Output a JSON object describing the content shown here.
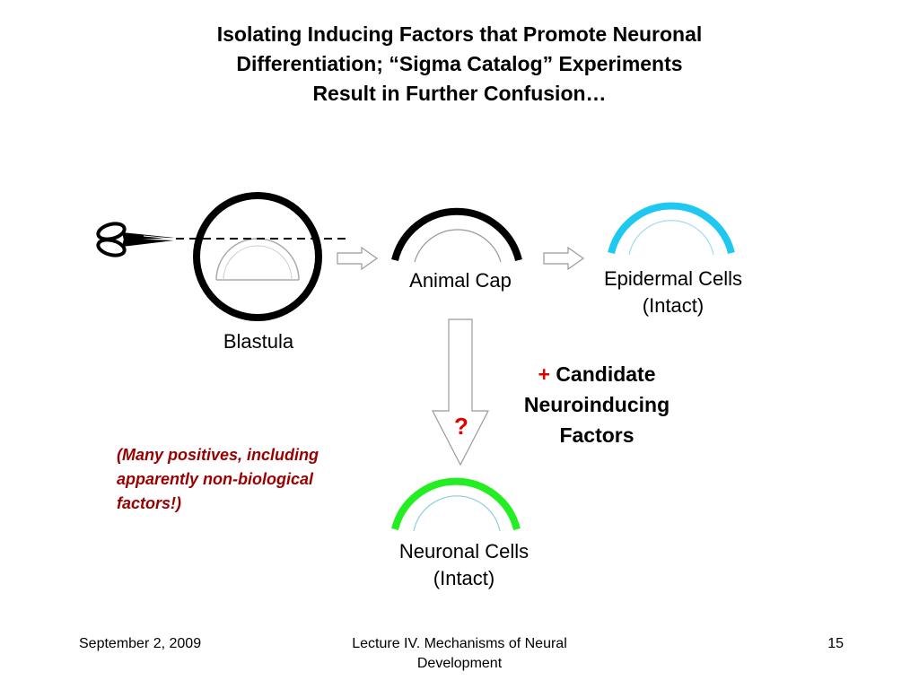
{
  "title": {
    "line1": "Isolating Inducing Factors that Promote Neuronal",
    "line2": "Differentiation; “Sigma Catalog” Experiments",
    "line3": "Result in Further Confusion…"
  },
  "diagram": {
    "blastula_label": "Blastula",
    "animal_cap_label": "Animal Cap",
    "epidermal_label_1": "Epidermal Cells",
    "epidermal_label_2": "(Intact)",
    "neuronal_label_1": "Neuronal Cells",
    "neuronal_label_2": "(Intact)",
    "question_mark": "?",
    "factors_plus": "+",
    "factors_line1": "Candidate",
    "factors_line2": "Neuroinducing",
    "factors_line3": "Factors",
    "colors": {
      "epidermal": "#1ec8f0",
      "neuronal": "#22ee22",
      "highlight_red": "#e00000",
      "note_red": "#990000"
    }
  },
  "note": {
    "line1": "(Many positives, including",
    "line2": "apparently non-biological",
    "line3": "factors!)"
  },
  "footer": {
    "date": "September 2, 2009",
    "lecture_line1": "Lecture IV. Mechanisms of Neural",
    "lecture_line2": "Development",
    "page": "15"
  }
}
